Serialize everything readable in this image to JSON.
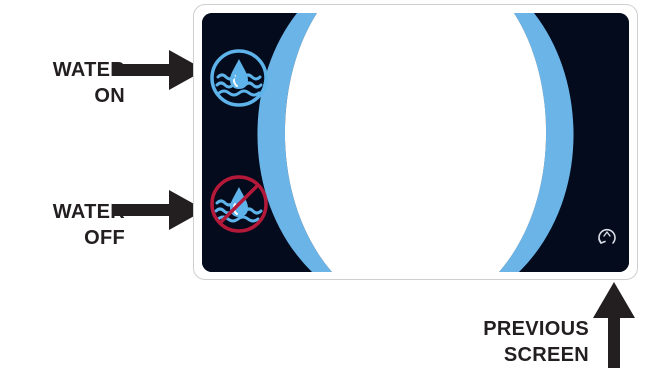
{
  "callouts": {
    "water_on": [
      "WATER",
      "ON"
    ],
    "water_off": [
      "WATER",
      "OFF"
    ],
    "previous_screen": [
      "PREVIOUS",
      "SCREEN"
    ]
  },
  "screen": {
    "water_on_icon": "water-drop-waves-icon",
    "water_off_icon": "water-drop-waves-prohibited-icon",
    "back_icon": "return-arrow-icon"
  },
  "colors": {
    "panel_dark": "#040b1c",
    "accent_blue": "#6ab4e8",
    "icon_blue": "#5db3ea",
    "prohibit_red": "#b5193a",
    "callout_text": "#231f20"
  }
}
